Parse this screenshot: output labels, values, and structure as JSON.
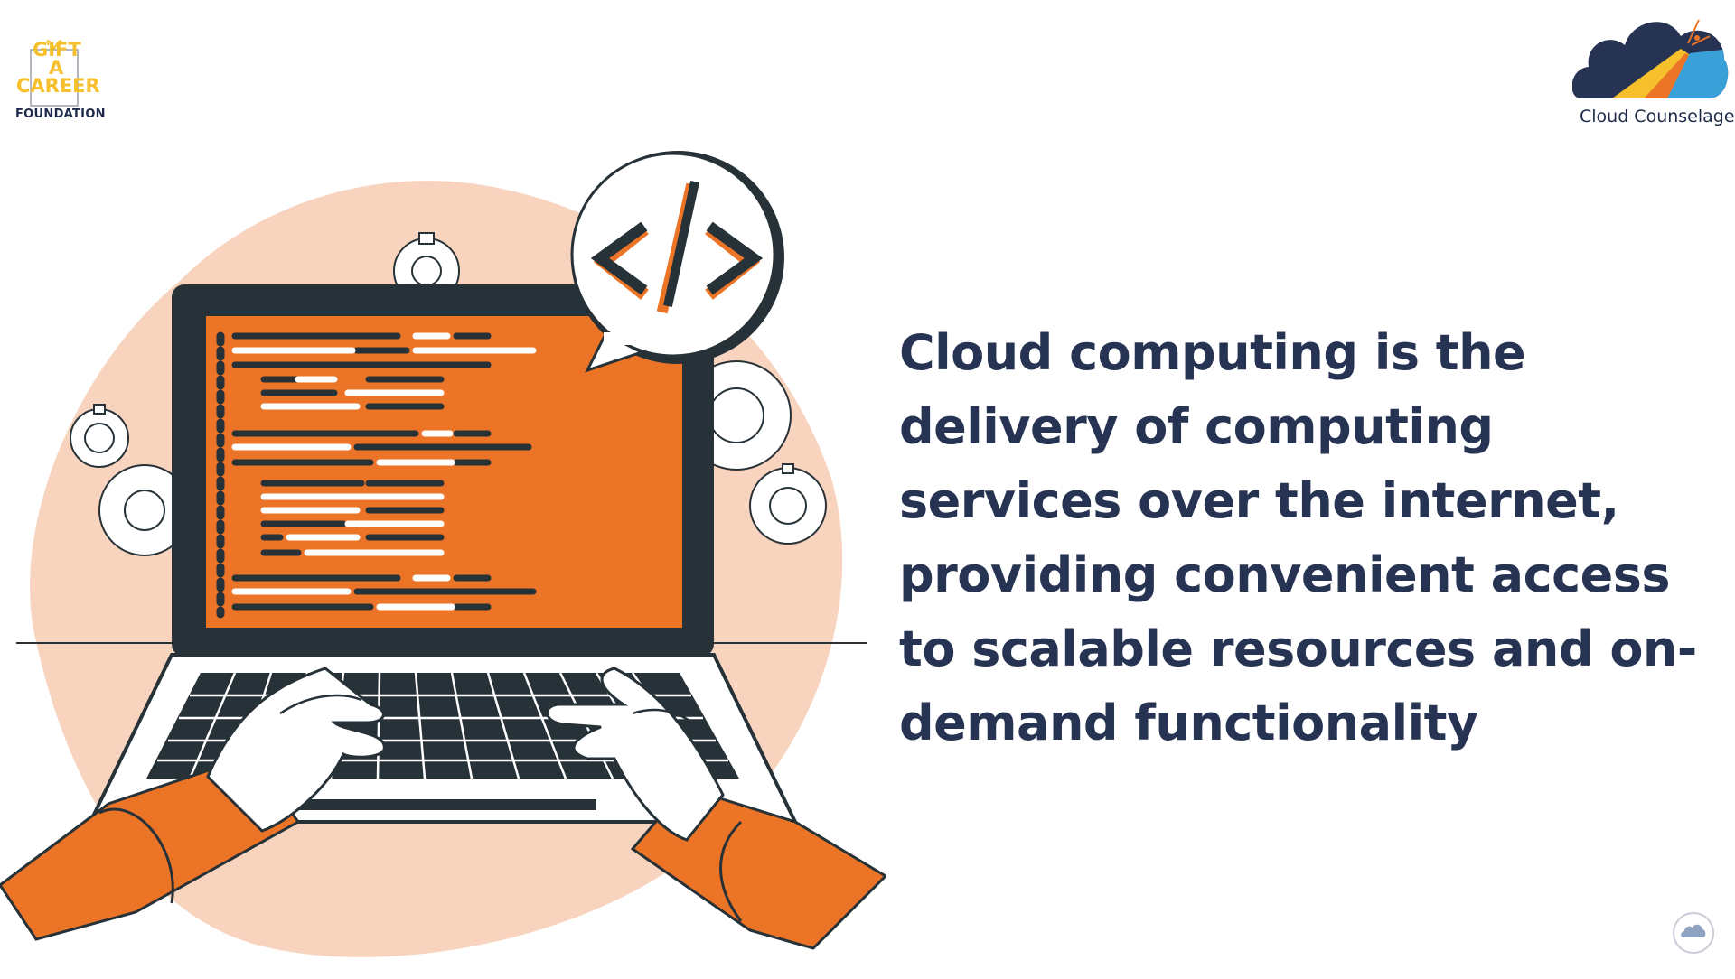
{
  "logos": {
    "gift_a_career": {
      "line1": "GIFT",
      "line2": "A",
      "line3": "CAREER",
      "line4": "FOUNDATION"
    },
    "cloud_counselage": {
      "label": "Cloud Counselage"
    }
  },
  "slide": {
    "headline": "Cloud computing is the delivery of computing services over the internet, providing convenient access to scalable resources and on-demand functionality"
  },
  "illustration": {
    "code_bubble_symbol": "</>",
    "accent_color": "#ec7426",
    "blob_color": "#f8d3be",
    "dark_color": "#263238"
  }
}
